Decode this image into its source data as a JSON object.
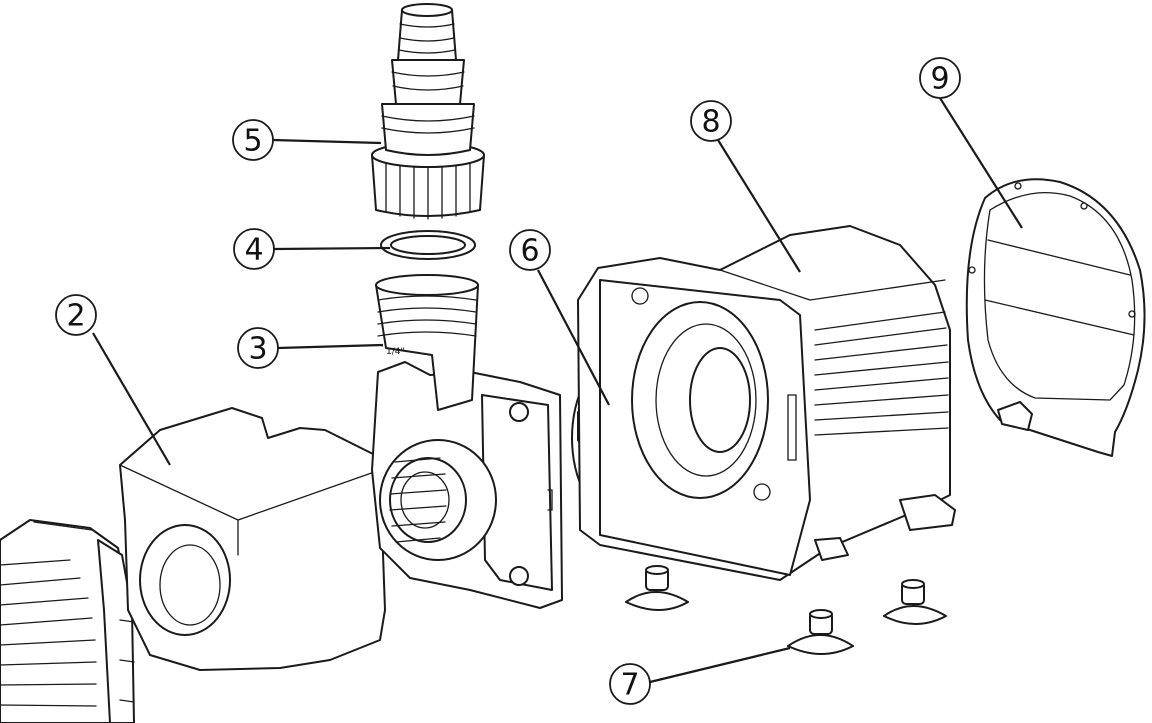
{
  "figure": {
    "callouts": [
      {
        "id": "2",
        "label": "2"
      },
      {
        "id": "3",
        "label": "3"
      },
      {
        "id": "4",
        "label": "4"
      },
      {
        "id": "5",
        "label": "5"
      },
      {
        "id": "6",
        "label": "6"
      },
      {
        "id": "7",
        "label": "7"
      },
      {
        "id": "8",
        "label": "8"
      },
      {
        "id": "9",
        "label": "9"
      }
    ],
    "embossed_mark": "1/4\"",
    "colors": {
      "line": "#1a1a1a",
      "background": "#ffffff"
    }
  }
}
